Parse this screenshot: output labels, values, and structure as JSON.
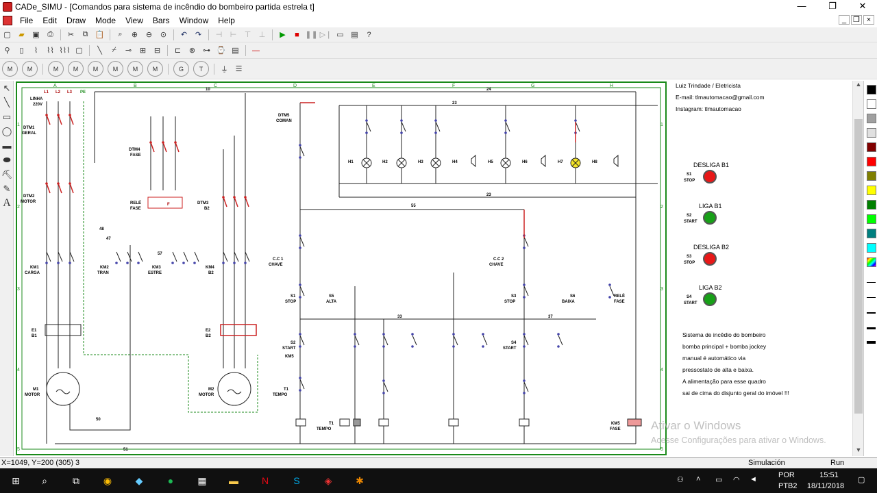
{
  "window": {
    "title": "CADe_SIMU - [Comandos para sistema de incêndio do bombeiro partida estrela t]",
    "minimize": "—",
    "restore": "❐",
    "close": "✕",
    "mdi_min": "_",
    "mdi_restore": "❐",
    "mdi_close": "×"
  },
  "menu": [
    "File",
    "Edit",
    "Draw",
    "Mode",
    "View",
    "Bars",
    "Window",
    "Help"
  ],
  "toolbar1_icons": [
    "new-icon",
    "open-icon",
    "save-icon",
    "print-icon",
    "cut-icon",
    "copy-icon",
    "paste-icon",
    "zoom-window-icon",
    "zoom-in-icon",
    "zoom-out-icon",
    "zoom-all-icon",
    "undo-icon",
    "redo-icon",
    "align-icon",
    "align2-icon",
    "align3-icon",
    "align4-icon",
    "play-icon",
    "stop-icon",
    "pause-icon",
    "step-icon",
    "window-icon",
    "window2-icon",
    "help-icon"
  ],
  "drawing": {
    "columns": [
      "A",
      "B",
      "C",
      "D",
      "E",
      "F",
      "G",
      "H"
    ],
    "rows": [
      "1",
      "2",
      "3",
      "4",
      "5"
    ],
    "labels": {
      "linha": "LINHA",
      "v220": "220V",
      "L1": "L1",
      "L2": "L2",
      "L3": "L3",
      "PE": "PE",
      "dtm1": "DTM1",
      "geral": "GERAL",
      "dtm2": "DTM2",
      "motor": "MOTOR",
      "dtm3": "DTM3",
      "b2": "B2",
      "dtm4": "DTM4",
      "fase": "FASE",
      "rele": "RELÉ",
      "fase2": "FASE",
      "dtm5": "DTM5",
      "coman": "COMAN",
      "km1": "KM1",
      "carga": "CARGA",
      "km2": "KM2",
      "tran": "TRAN",
      "km3": "KM3",
      "estre": "ESTRE",
      "km4": "KM4",
      "b2b": "B2",
      "e1": "E1",
      "b1": "B1",
      "e2": "E2",
      "m1": "M1",
      "m2": "M2",
      "motor2": "MOTOR",
      "cc1": "C.C 1",
      "chave": "CHAVE",
      "cc2": "C.C 2",
      "chave2": "CHAVE",
      "s1": "S1",
      "stop": "STOP",
      "s3": "S3",
      "stop2": "STOP",
      "s5": "S5",
      "alta": "ALTA",
      "s6": "S6",
      "baixa": "BAIXA",
      "s2": "S2",
      "start": "START",
      "s4": "S4",
      "start2": "START",
      "t1": "T1",
      "tempo": "TEMPO",
      "t1b": "T1",
      "tempo2": "TEMPO",
      "km5": "KM5",
      "fase3": "FASE",
      "h1": "H1",
      "h2": "H2",
      "h3": "H3",
      "h4": "H4",
      "h5": "H5",
      "h6": "H6",
      "h7": "H7",
      "h8": "H8",
      "f": "F"
    }
  },
  "side_info": {
    "author": "Luiz Trindade / Eletricista",
    "email": "E-mail: tlmauto​macao@gmail.com",
    "instagram": "Instagram: tlmautomacao",
    "desc": [
      "Sistema de incêdio do bombeiro",
      "bomba principal + bomba jockey",
      "manual é automático via",
      "pressostato de alta e baixa.",
      "A alimentação para esse quadro",
      "sai de cima do disjunto geral do imóvel !!!"
    ]
  },
  "controls": [
    {
      "title": "DESLIGA B1",
      "id": "S1",
      "kind": "STOP",
      "color": "#e81818"
    },
    {
      "title": "LIGA B1",
      "id": "S2",
      "kind": "START",
      "color": "#18a018"
    },
    {
      "title": "DESLIGA B2",
      "id": "S3",
      "kind": "STOP",
      "color": "#e81818"
    },
    {
      "title": "LIGA B2",
      "id": "S4",
      "kind": "START",
      "color": "#18a018"
    }
  ],
  "watermark": {
    "line1": "Ativar o Windows",
    "line2": "Acesse Configurações para ativar o Windows."
  },
  "status": {
    "coords": "X=1049, Y=200 (305) 3",
    "mode": "Simulación",
    "state": "Run"
  },
  "taskbar": {
    "lang": "POR",
    "layout": "PTB2",
    "time": "15:51",
    "date": "18/11/2018"
  },
  "palette_colors": [
    "#000000",
    "#ffffff",
    "#a0a0a0",
    "#e0e0e0",
    "#800000",
    "#ff0000",
    "#808000",
    "#ffff00",
    "#008000",
    "#00ff00",
    "#008080",
    "#00ffff"
  ]
}
